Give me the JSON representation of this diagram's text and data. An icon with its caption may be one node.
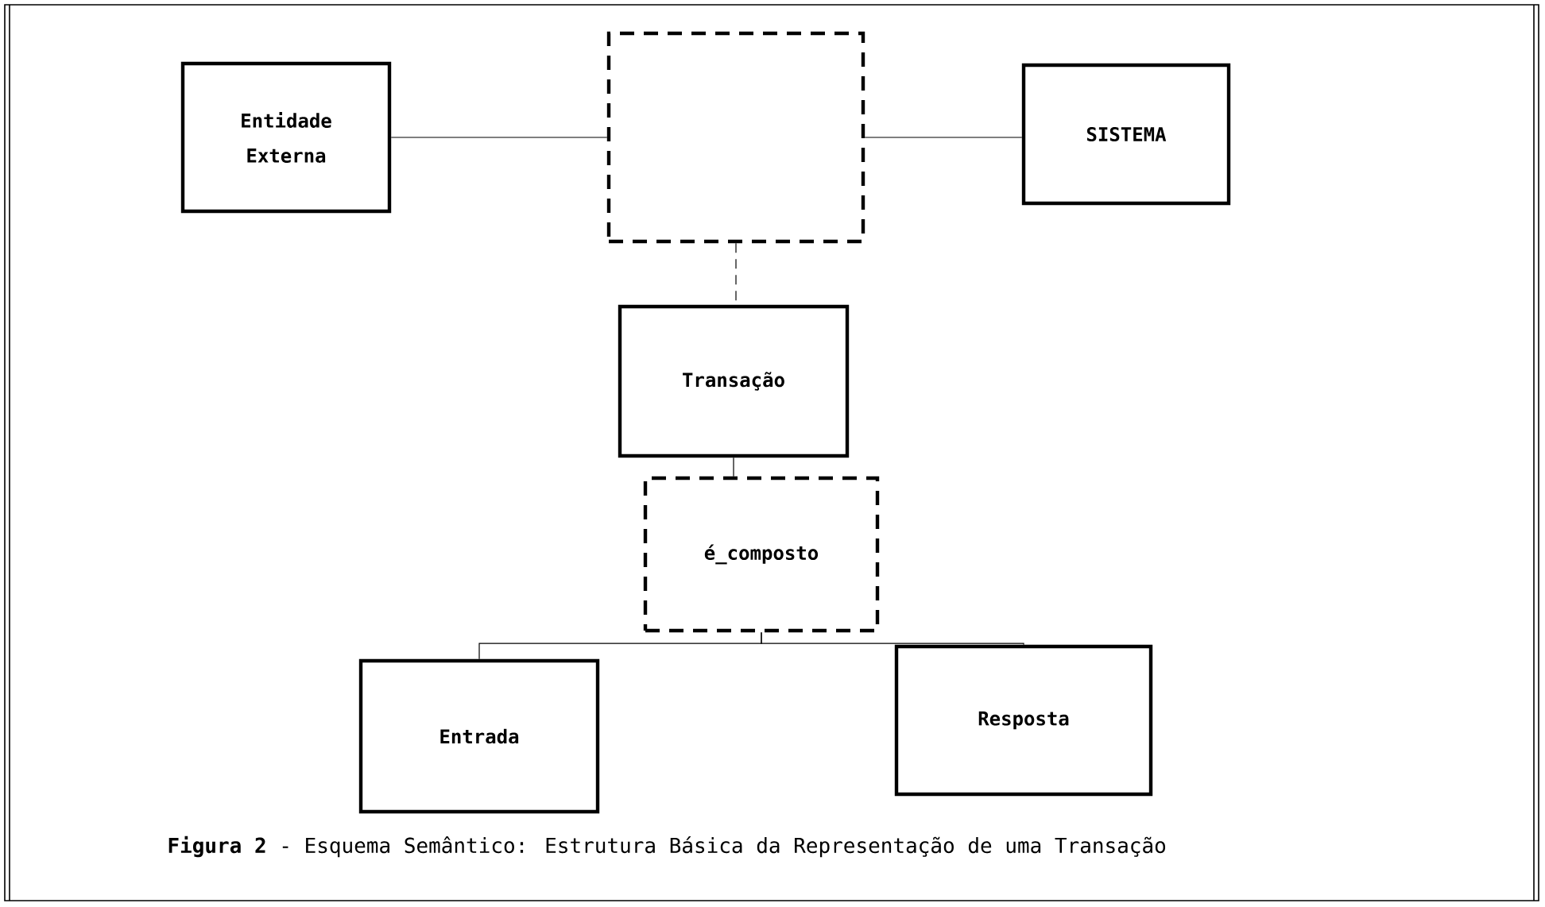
{
  "diagram": {
    "caption": "**Figura 2** - Esquema Semântico: Estrutura Básica da Representação de uma Transação",
    "nodes": [
      {
        "text": [
          "Entidade Externa"
        ]
      },
      {
        "text": [],
        "shape": "box"
      },
      {
        "text": [
          "SISTEMA"
        ]
      },
      {
        "text": [
          "Transação"
        ]
      },
      {
        "text": [
          "é_composto"
        ]
      },
      {
        "text": [
          "Entrada"
        ]
      },
      {
        "text": [
          "Resposta"
        ]
      }
    ],
    "edges": [
      {
        "from": 0,
        "to": 1,
        "arrow": "none"
      },
      {
        "from": 1,
        "to": 2,
        "arrow": "none"
      },
      {
        "from": 1,
        "to": 3,
        "arrow": "none",
        "style": "dashed"
      },
      {
        "from": 3,
        "to": 4,
        "arrow": "none"
      },
      {
        "from": 4,
        "to": 5,
        "arrow": "none"
      },
      {
        "from": 4,
        "to": 6,
        "arrow": "none"
      }
    ]
  }
}
